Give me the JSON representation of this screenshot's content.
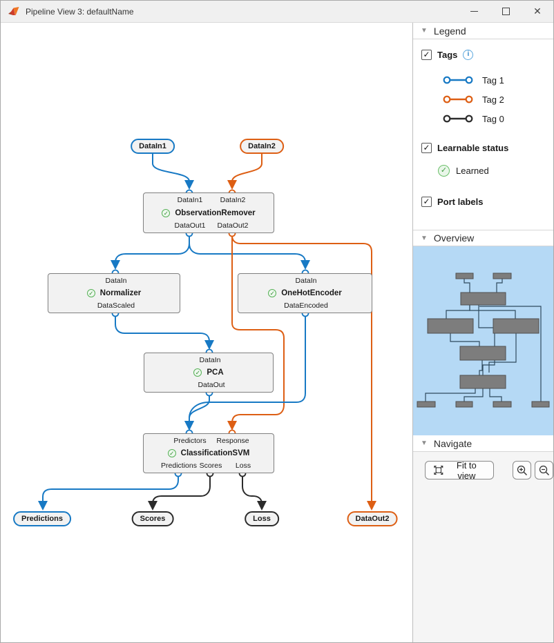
{
  "window": {
    "title": "Pipeline View 3: defaultName",
    "controls": {
      "minimize": "minimize",
      "maximize": "maximize",
      "close": "✕"
    }
  },
  "legend": {
    "header": "Legend",
    "tags_label": "Tags",
    "tags": [
      {
        "label": "Tag 1",
        "color": "#1779c4"
      },
      {
        "label": "Tag 2",
        "color": "#dd5e13"
      },
      {
        "label": "Tag 0",
        "color": "#2b2b2b"
      }
    ],
    "learnable_label": "Learnable status",
    "learned_label": "Learned",
    "port_labels_label": "Port labels"
  },
  "overview": {
    "header": "Overview"
  },
  "navigate": {
    "header": "Navigate",
    "fit_button": "Fit to view"
  },
  "pipeline": {
    "inputs": [
      {
        "label": "DataIn1",
        "tag": "tag1"
      },
      {
        "label": "DataIn2",
        "tag": "tag2"
      }
    ],
    "blocks": [
      {
        "name": "ObservationRemover",
        "learned": true,
        "inputs": [
          "DataIn1",
          "DataIn2"
        ],
        "outputs": [
          "DataOut1",
          "DataOut2"
        ]
      },
      {
        "name": "Normalizer",
        "learned": true,
        "inputs": [
          "DataIn"
        ],
        "outputs": [
          "DataScaled"
        ]
      },
      {
        "name": "OneHotEncoder",
        "learned": true,
        "inputs": [
          "DataIn"
        ],
        "outputs": [
          "DataEncoded"
        ]
      },
      {
        "name": "PCA",
        "learned": true,
        "inputs": [
          "DataIn"
        ],
        "outputs": [
          "DataOut"
        ]
      },
      {
        "name": "ClassificationSVM",
        "learned": true,
        "inputs": [
          "Predictors",
          "Response"
        ],
        "outputs": [
          "Predictions",
          "Scores",
          "Loss"
        ]
      }
    ],
    "outputs": [
      {
        "label": "Predictions",
        "tag": "tag1"
      },
      {
        "label": "Scores",
        "tag": "tag0"
      },
      {
        "label": "Loss",
        "tag": "tag0"
      },
      {
        "label": "DataOut2",
        "tag": "tag2"
      }
    ]
  },
  "colors": {
    "tag1": "#1779c4",
    "tag2": "#dd5e13",
    "tag0": "#2b2b2b",
    "learned": "#4ca64c",
    "minimap_bg": "#b5d9f5"
  }
}
